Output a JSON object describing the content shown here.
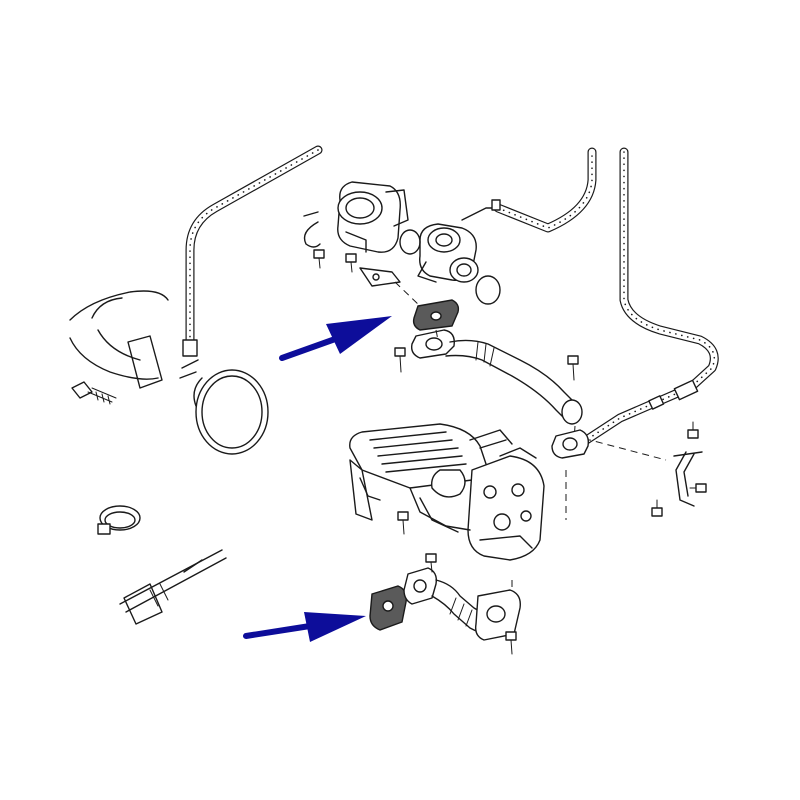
{
  "diagram": {
    "colors": {
      "line": "#1a1a1a",
      "background": "#ffffff",
      "arrow": "#0d0d9a",
      "gasket_fill": "#5a5a5a"
    },
    "callouts": [
      {
        "name": "upper-gasket-arrow",
        "points_to": "gasket-upper"
      },
      {
        "name": "lower-gasket-arrow",
        "points_to": "gasket-lower"
      }
    ]
  }
}
